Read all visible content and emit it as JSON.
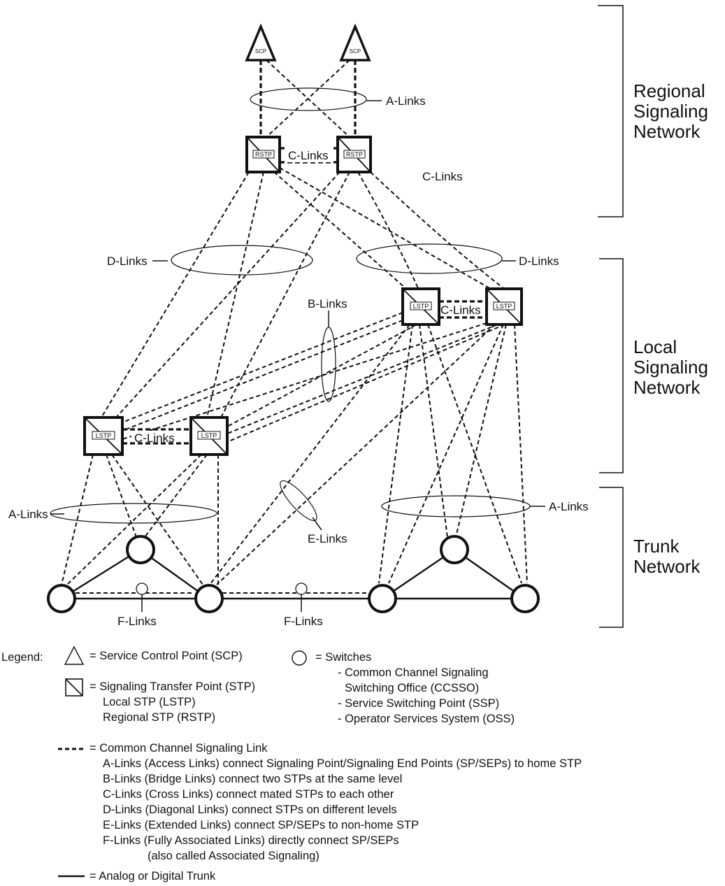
{
  "sections": {
    "regional": [
      "Regional",
      "Signaling",
      "Network"
    ],
    "local": [
      "Local",
      "Signaling",
      "Network"
    ],
    "trunk": [
      "Trunk",
      "Network"
    ]
  },
  "nodes": {
    "scp": "SCP",
    "rstp": "RSTP",
    "lstp_top": "LSTP",
    "lstp": "LSTP"
  },
  "link_labels": {
    "a_links_top": "A-Links",
    "c_links_regional": "C-Links",
    "c_links_side": "C-Links",
    "d_links_left": "D-Links",
    "d_links_right": "D-Links",
    "b_links": "B-Links",
    "c_links_local_right": "C-Links",
    "c_links_local_left": "C-Links",
    "a_links_left": "A-Links",
    "a_links_right": "A-Links",
    "e_links": "E-Links",
    "f_links_left": "F-Links",
    "f_links_right": "F-Links"
  },
  "legend": {
    "title": "Legend:",
    "scp": "= Service Control Point (SCP)",
    "switches": "= Switches",
    "switch_items": [
      "- Common Channel Signaling",
      "Switching Office (CCSSO)",
      "- Service Switching Point (SSP)",
      "- Operator Services System (OSS)"
    ],
    "stp": "= Signaling Transfer Point (STP)",
    "stp_items": [
      "Local STP (LSTP)",
      "Regional STP (RSTP)"
    ],
    "ccs_link": "= Common Channel Signaling Link",
    "ccs_items": [
      "A-Links (Access Links) connect Signaling Point/Signaling End Points (SP/SEPs) to home STP",
      "B-Links (Bridge Links) connect two STPs at the same level",
      "C-Links (Cross Links) connect mated STPs to each other",
      "D-Links (Diagonal Links) connect STPs on different levels",
      "E-Links (Extended Links) connect SP/SEPs to non-home STP",
      "F-Links (Fully Associated Links) directly connect SP/SEPs",
      "(also called Associated Signaling)"
    ],
    "trunk": "= Analog or Digital Trunk"
  }
}
